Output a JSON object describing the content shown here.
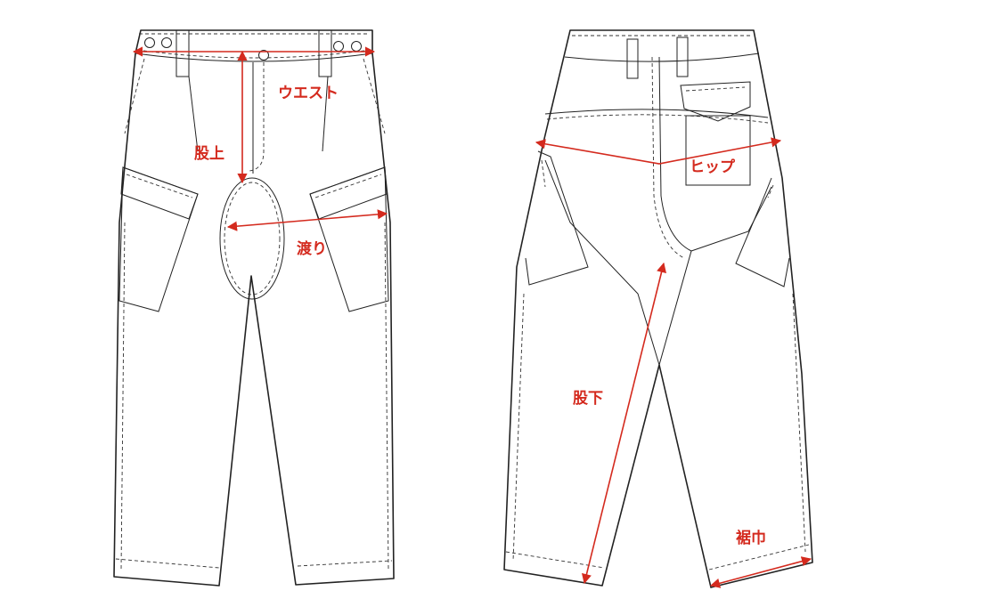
{
  "diagram": {
    "colors": {
      "measure": "#d42a1e",
      "line": "#222222",
      "background": "#ffffff"
    },
    "labels": {
      "waist": "ウエスト",
      "rise": "股上",
      "thigh": "渡り",
      "hip": "ヒップ",
      "inseam": "股下",
      "hem_width": "裾巾"
    }
  }
}
